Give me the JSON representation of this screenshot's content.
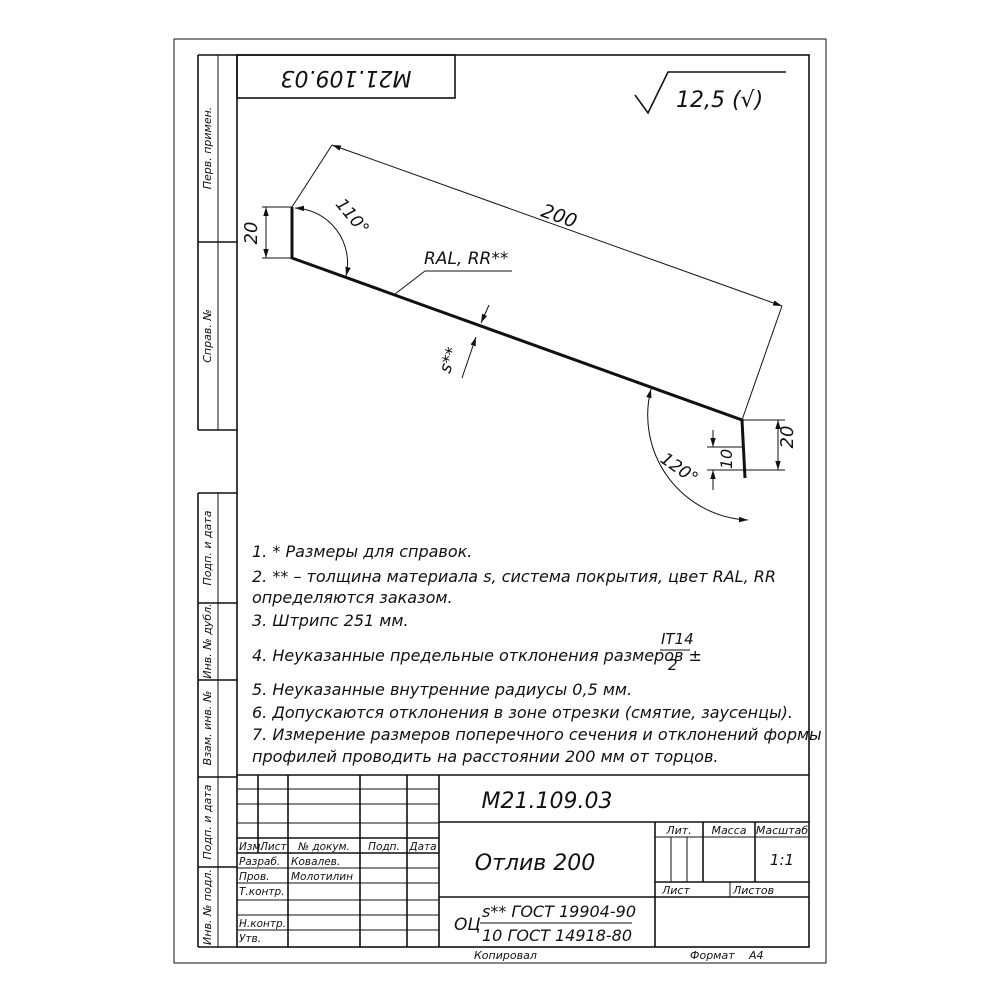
{
  "stamp": {
    "designation_rotated": "M21.109.03",
    "designation": "M21.109.03",
    "product_name": "Отлив 200",
    "material_prefix": "ОЦ",
    "material_line1": "s** ГОСТ 19904-90",
    "material_line2": "10 ГОСТ 14918-80",
    "headers": {
      "lit": "Лит.",
      "mass": "Масса",
      "scale": "Масштаб",
      "sheet": "Лист",
      "sheets": "Листов",
      "izm": "Изм.",
      "list": "Лист",
      "doc_no": "№ докум.",
      "sign": "Подп.",
      "date": "Дата"
    },
    "scale_value": "1:1",
    "roles": {
      "developed": "Разраб.",
      "checked": "Пров.",
      "tech_control": "Т.контр.",
      "norm_control": "Н.контр.",
      "approved": "Утв."
    },
    "people": {
      "developed_by": "Ковалев.",
      "checked_by": "Молотилин"
    },
    "copied": "Копировал",
    "format_label": "Формат",
    "format_value": "А4"
  },
  "left_strip": {
    "perv_primen": "Перв. примен.",
    "sprav_no": "Справ. №",
    "podp_data_1": "Подп. и дата",
    "inv_dubl": "Инв. № дубл.",
    "vzam_inv": "Взам. инв. №",
    "podp_data_2": "Подп. и дата",
    "inv_podl": "Инв. № подл."
  },
  "drawing": {
    "roughness": "12,5 (√)",
    "length_dim": "200",
    "angle_top": "110°",
    "angle_bottom": "120°",
    "left_flange_dim": "20",
    "right_flange_dim": "20",
    "right_inner_dim": "10",
    "coating_label": "RAL, RR**",
    "thickness_label": "s**"
  },
  "notes": [
    "1. * Размеры для справок.",
    "2. ** – толщина материала s, система покрытия, цвет RAL, RR",
    "определяются заказом.",
    "3. Штрипс 251 мм.",
    "4. Неуказанные предельные отклонения размеров ±",
    "5. Неуказанные внутренние радиусы 0,5 мм.",
    "6. Допускаются отклонения в зоне отрезки (смятие, заусенцы).",
    "7. Измерение размеров поперечного сечения и отклонений формы",
    "профилей проводить на расстоянии 200 мм от торцов."
  ],
  "tolerance": {
    "numerator": "IT14",
    "denominator": "2"
  }
}
